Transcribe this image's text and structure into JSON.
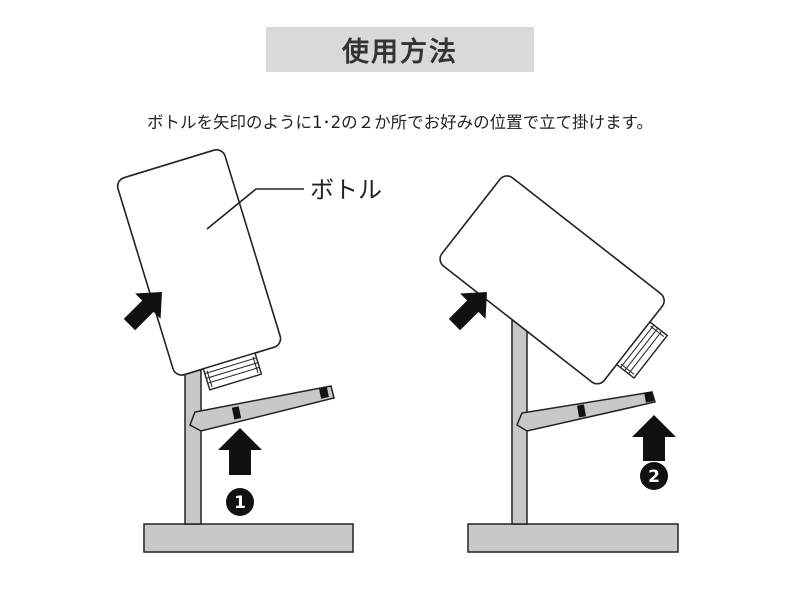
{
  "header": {
    "title": "使用方法"
  },
  "instruction": "ボトルを矢印のように1･2の２か所でお好みの位置で立て掛けます。",
  "diagram": {
    "bottle_label": "ボトル",
    "position_1": "1",
    "position_2": "2"
  },
  "colors": {
    "stand_fill": "#c8c8c8",
    "outline": "#222222",
    "title_bar": "#d9d9d9"
  }
}
